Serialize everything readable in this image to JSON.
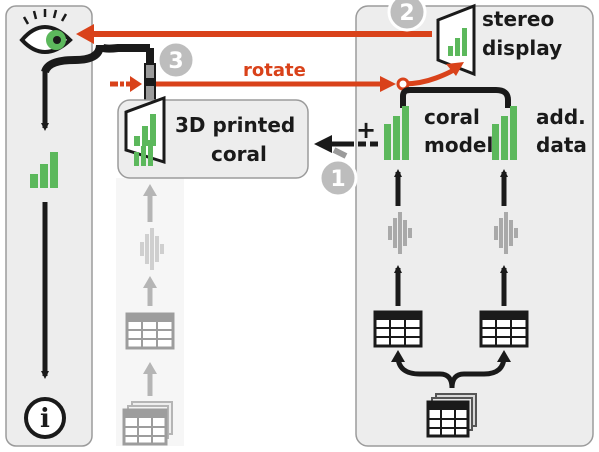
{
  "labels": {
    "stereo": "stereo",
    "display": "display",
    "rotate": "rotate",
    "printed_line1": "3D printed",
    "printed_line2": "coral",
    "coral": "coral",
    "model": "model",
    "add": "add.",
    "data": "data",
    "plus": "+"
  },
  "steps": [
    "1",
    "2",
    "3"
  ],
  "info_symbol": "i",
  "colors": {
    "accent_red": "#d9421a",
    "bar_green": "#5cb85c",
    "panel_fill": "#ededed",
    "panel_border": "#9b9b9b",
    "badge_fill": "#bdbdbd",
    "dark": "#1a1a1a",
    "faded": "#c9c9c9"
  },
  "icons": [
    "eye-icon",
    "bar-chart-icon",
    "table-icon",
    "info-icon",
    "stereo-display-icon",
    "slider-icon"
  ]
}
